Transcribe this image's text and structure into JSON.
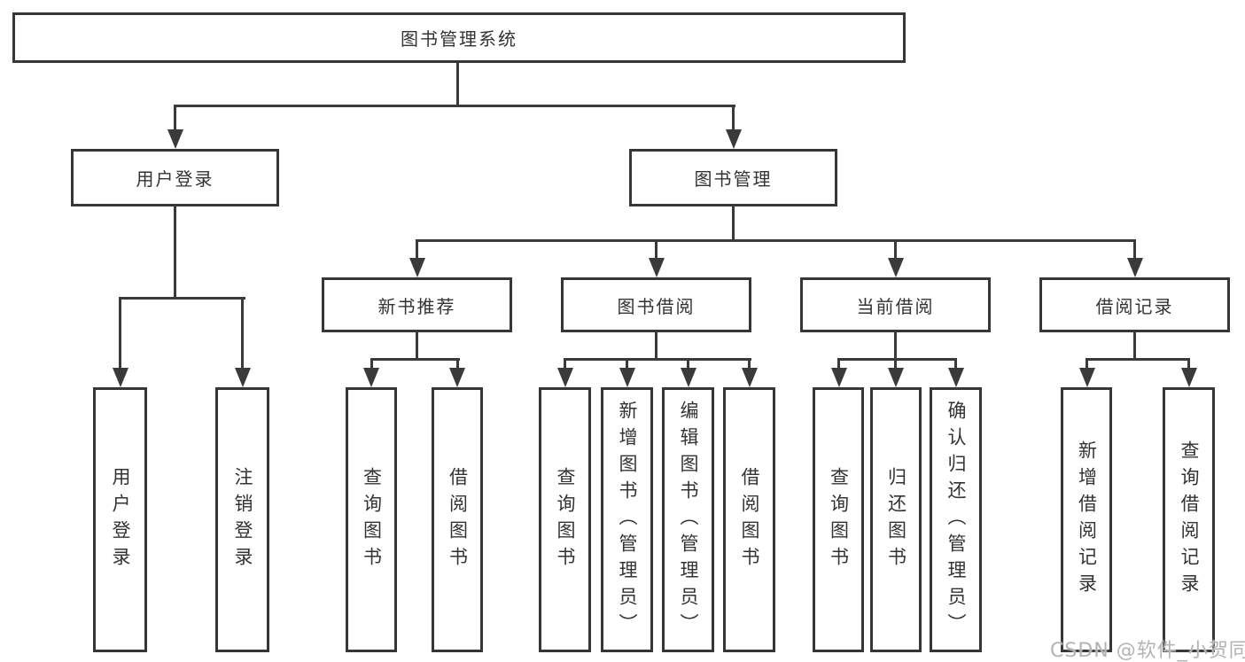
{
  "diagram": {
    "root": {
      "label": "图书管理系统"
    },
    "user_login": {
      "label": "用户登录",
      "children": [
        {
          "label": "用户登录"
        },
        {
          "label": "注销登录"
        }
      ]
    },
    "book_mgmt": {
      "label": "图书管理"
    },
    "new_book": {
      "label": "新书推荐",
      "children": [
        {
          "label": "查询图书"
        },
        {
          "label": "借阅图书"
        }
      ]
    },
    "book_borrow": {
      "label": "图书借阅",
      "children": [
        {
          "label": "查询图书"
        },
        {
          "label": "新增图书（管理员）"
        },
        {
          "label": "编辑图书（管理员）"
        },
        {
          "label": "借阅图书"
        }
      ]
    },
    "current_borrow": {
      "label": "当前借阅",
      "children": [
        {
          "label": "查询图书"
        },
        {
          "label": "归还图书"
        },
        {
          "label": "确认归还（管理员）"
        }
      ]
    },
    "borrow_record": {
      "label": "借阅记录",
      "children": [
        {
          "label": "新增借阅记录"
        },
        {
          "label": "查询借阅记录"
        }
      ]
    }
  },
  "watermark": "CSDN @软件_小贺同学",
  "colors": {
    "line": "#3a3a3a",
    "border": "#363636",
    "text": "#333333",
    "watermark": "#b3b3b3",
    "background": "#ffffff"
  }
}
